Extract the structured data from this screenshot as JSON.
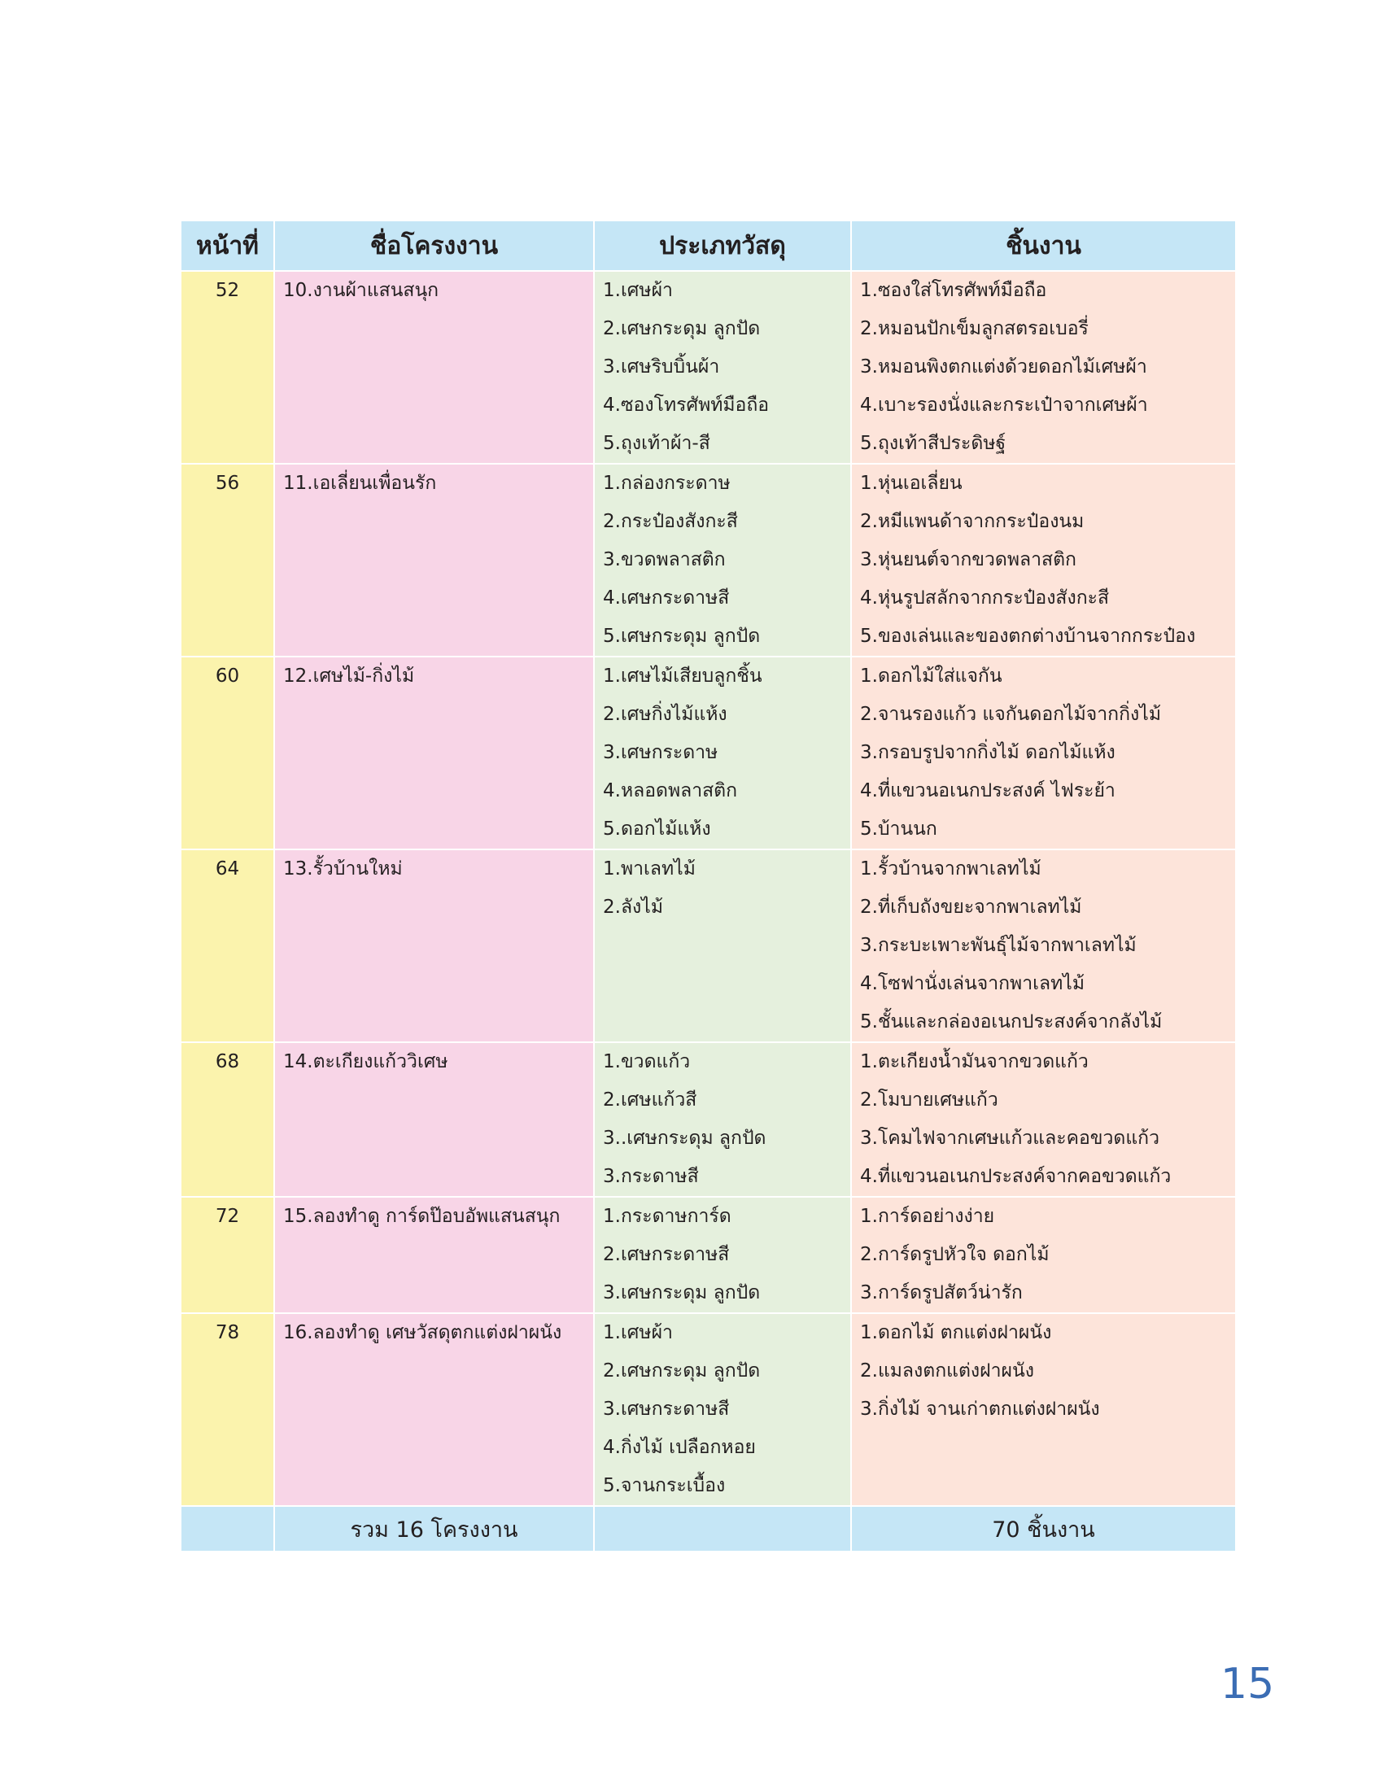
{
  "header": {
    "page": "หน้าที่",
    "name": "ชื่อโครงงาน",
    "material": "ประเภทวัสดุ",
    "work": "ชิ้นงาน"
  },
  "rows": [
    {
      "page": "52",
      "name": "10.งานผ้าแสนสนุก",
      "materials": [
        "1.เศษผ้า",
        "2.เศษกระดุม ลูกปัด",
        "3.เศษริบบิ้นผ้า",
        "4.ซองโทรศัพท์มือถือ",
        "5.ถุงเท้าผ้า-สี"
      ],
      "works": [
        "1.ซองใส่โทรศัพท์มือถือ",
        "2.หมอนปักเข็มลูกสตรอเบอรี่",
        "3.หมอนพิงตกแต่งด้วยดอกไม้เศษผ้า",
        "4.เบาะรองนั่งและกระเป๋าจากเศษผ้า",
        "5.ถุงเท้าสีประดิษฐ์"
      ]
    },
    {
      "page": "56",
      "name": "11.เอเลี่ยนเพื่อนรัก",
      "materials": [
        "1.กล่องกระดาษ",
        "2.กระป๋องสังกะสี",
        "3.ขวดพลาสติก",
        "4.เศษกระดาษสี",
        "5.เศษกระดุม ลูกปัด"
      ],
      "works": [
        "1.หุ่นเอเลี่ยน",
        "2.หมีแพนด้าจากกระป๋องนม",
        "3.หุ่นยนต์จากขวดพลาสติก",
        "4.หุ่นรูปสลักจากกระป๋องสังกะสี",
        "5.ของเล่นและของตกต่างบ้านจากกระป๋อง"
      ]
    },
    {
      "page": "60",
      "name": "12.เศษไม้-กิ่งไม้",
      "materials": [
        "1.เศษไม้เสียบลูกชิ้น",
        "2.เศษกิ่งไม้แห้ง",
        "3.เศษกระดาษ",
        "4.หลอดพลาสติก",
        "5.ดอกไม้แห้ง"
      ],
      "works": [
        "1.ดอกไม้ใส่แจกัน",
        "2.จานรองแก้ว แจกันดอกไม้จากกิ่งไม้",
        "3.กรอบรูปจากกิ่งไม้ ดอกไม้แห้ง",
        "4.ที่แขวนอเนกประสงค์ ไฟระย้า",
        "5.บ้านนก"
      ]
    },
    {
      "page": "64",
      "name": "13.รั้วบ้านใหม่",
      "materials": [
        "1.พาเลทไม้",
        "2.ลังไม้"
      ],
      "works": [
        "1.รั้วบ้านจากพาเลทไม้",
        "2.ที่เก็บถังขยะจากพาเลทไม้",
        "3.กระบะเพาะพันธุ์ไม้จากพาเลทไม้",
        "4.โซฟานั่งเล่นจากพาเลทไม้",
        "5.ชั้นและกล่องอเนกประสงค์จากลังไม้"
      ]
    },
    {
      "page": "68",
      "name": "14.ตะเกียงแก้ววิเศษ",
      "materials": [
        "1.ขวดแก้ว",
        "2.เศษแก้วสี",
        "3..เศษกระดุม ลูกปัด",
        "3.กระดาษสี"
      ],
      "works": [
        "1.ตะเกียงน้ำมันจากขวดแก้ว",
        "2.โมบายเศษแก้ว",
        "3.โคมไฟจากเศษแก้วและคอขวดแก้ว",
        "4.ที่แขวนอเนกประสงค์จากคอขวดแก้ว"
      ]
    },
    {
      "page": "72",
      "name": "15.ลองทำดู การ์ดป๊อบอัพแสนสนุก",
      "materials": [
        "1.กระดาษการ์ด",
        "2.เศษกระดาษสี",
        "3.เศษกระดุม ลูกปัด"
      ],
      "works": [
        "1.การ์ดอย่างง่าย",
        "2.การ์ดรูปหัวใจ ดอกไม้",
        "3.การ์ดรูปสัตว์น่ารัก"
      ]
    },
    {
      "page": "78",
      "name": "16.ลองทำดู เศษวัสดุตกแต่งฝาผนัง",
      "materials": [
        "1.เศษผ้า",
        "2.เศษกระดุม ลูกปัด",
        "3.เศษกระดาษสี",
        "4.กิ่งไม้ เปลือกหอย",
        "5.จานกระเบื้อง"
      ],
      "works": [
        "1.ดอกไม้ ตกแต่งฝาผนัง",
        "2.แมลงตกแต่งฝาผนัง",
        "3.กิ่งไม้ จานเก่าตกแต่งฝาผนัง"
      ]
    }
  ],
  "footer": {
    "total_projects": "รวม 16 โครงงาน",
    "total_works": "70 ชิ้นงาน"
  },
  "page_number": "15",
  "colors": {
    "header_bg": "#c5e6f6",
    "page_col": "#fbf3ad",
    "name_col": "#f8d5e7",
    "material_col": "#e5f0dd",
    "work_col": "#fde4da",
    "page_number": "#3b6db4"
  }
}
